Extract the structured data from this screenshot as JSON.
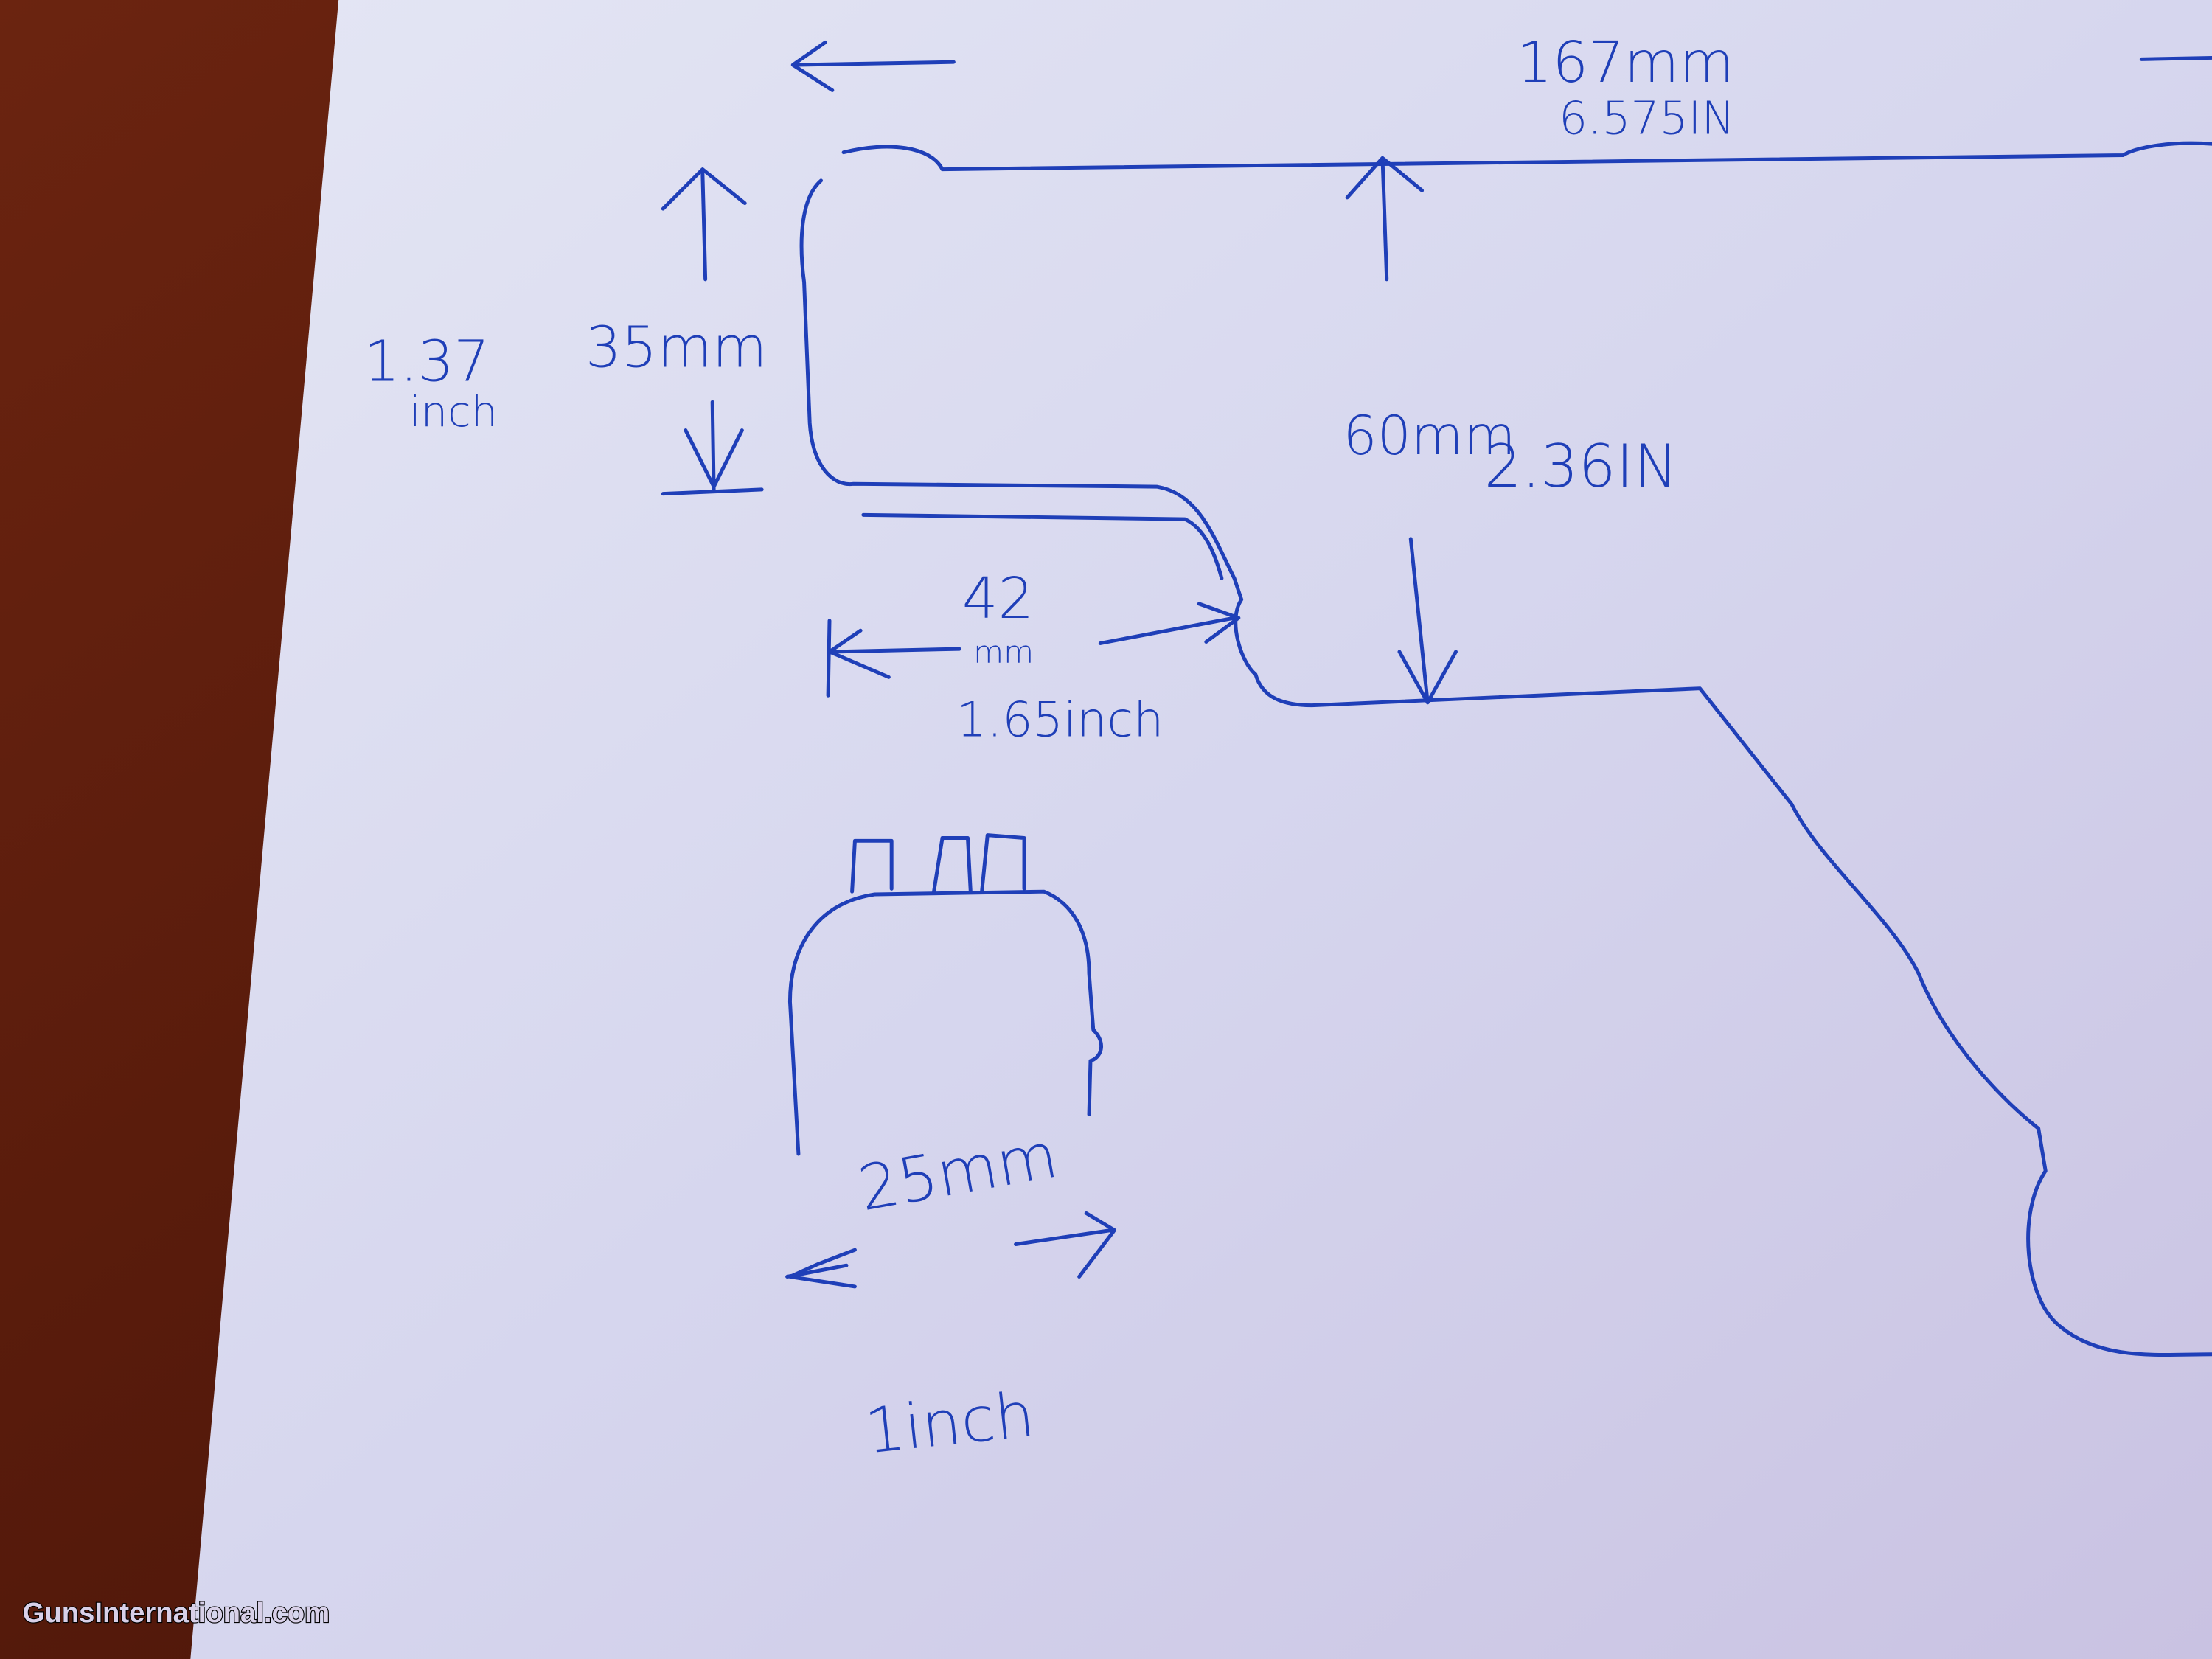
{
  "labels": {
    "overall_length_mm": "167mm",
    "overall_length_in": "6.575IN",
    "left_height_in": "1.37",
    "left_height_in_unit": "inch",
    "left_height_mm": "35mm",
    "mid_height_mm": "60mm",
    "mid_height_in": "2.36IN",
    "step_width_mm": "42",
    "step_width_mm_unit": "mm",
    "step_width_in": "1.65inch",
    "part_width_mm": "25mm",
    "part_width_in": "1inch"
  },
  "watermark": "GunsInternational.com",
  "colors": {
    "ink": "#1f3fb8",
    "paper": "#d9dcf0",
    "wood": "#5a1a0c"
  }
}
